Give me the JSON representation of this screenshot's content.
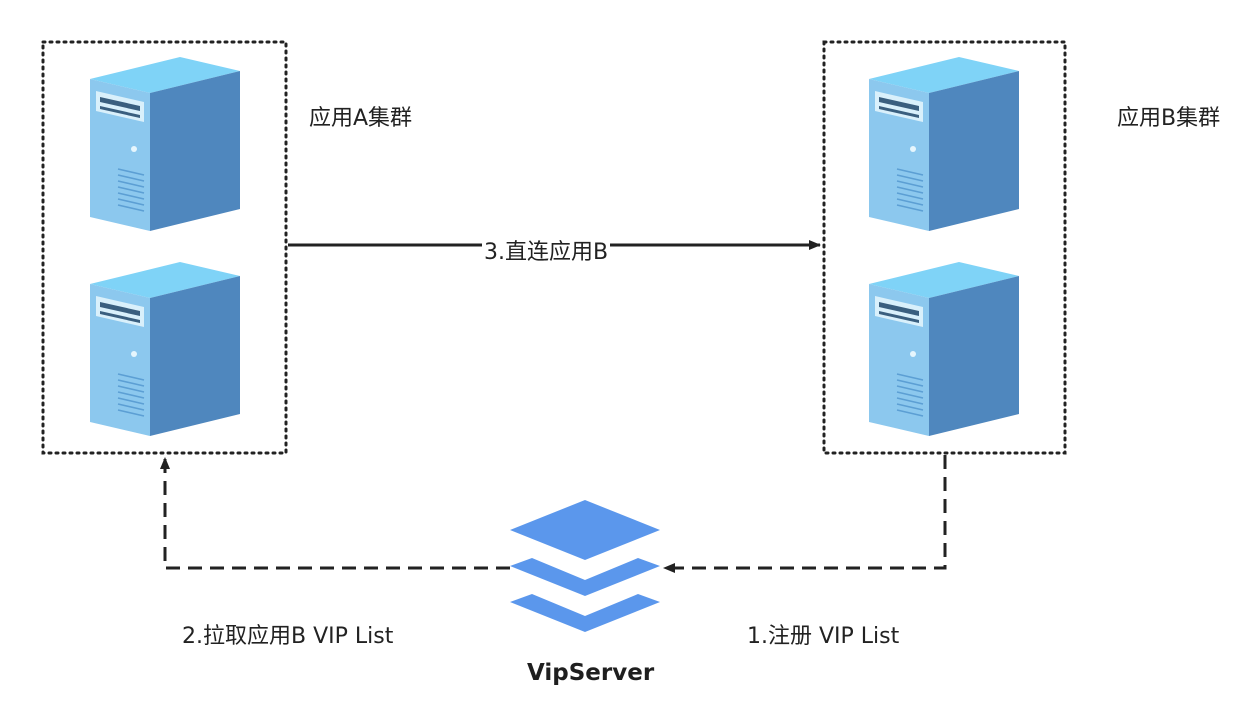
{
  "cluster_a": {
    "label": "应用A集群"
  },
  "cluster_b": {
    "label": "应用B集群"
  },
  "vipserver": {
    "label": "VipServer",
    "color": "#5B97EC"
  },
  "edges": {
    "direct": "3.直连应用B",
    "pull": "2.拉取应用B VIP List",
    "register": "1.注册 VIP List"
  },
  "colors": {
    "server_front": "#8CC8EE",
    "server_side": "#4F87BE",
    "server_top": "#7FD3F7",
    "line": "#222222"
  }
}
